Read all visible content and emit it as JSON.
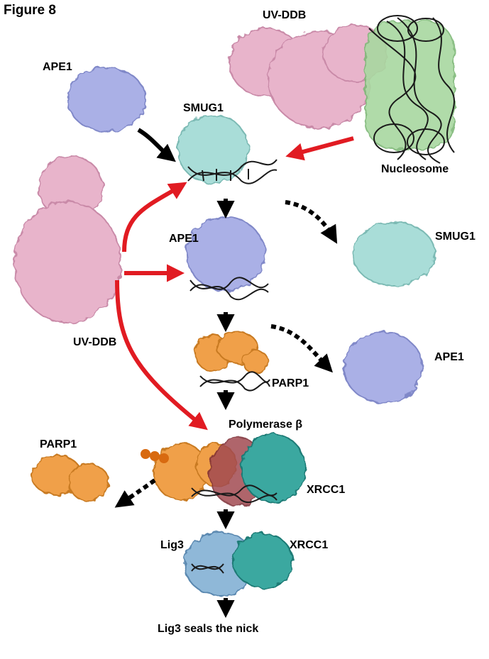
{
  "figure_label": "Figure 8",
  "labels": {
    "uvddb_top": "UV-DDB",
    "nucleosome": "Nucleosome",
    "ape1_topleft": "APE1",
    "smug1_center": "SMUG1",
    "smug1_right": "SMUG1",
    "ape1_center": "APE1",
    "ape1_right": "APE1",
    "uvddb_left": "UV-DDB",
    "parp1_center": "PARP1",
    "polymerase": "Polymerase β",
    "parp1_left": "PARP1",
    "xrcc1_center": "XRCC1",
    "lig3": "Lig3",
    "xrcc1_bottom": "XRCC1",
    "final": "Lig3 seals the nick"
  },
  "colors": {
    "uvddb": "#e8b4cb",
    "nucleosome_protein": "#a8d8a0",
    "ape1": "#aab0e6",
    "smug1": "#a9ddd8",
    "parp1": "#f0a048",
    "polymerase": "#a24a52",
    "xrcc1": "#3aa8a0",
    "lig3": "#8fb8d8",
    "dna": "#1a1a1a",
    "arrow_red": "#e11b22",
    "arrow_black": "#000000"
  }
}
